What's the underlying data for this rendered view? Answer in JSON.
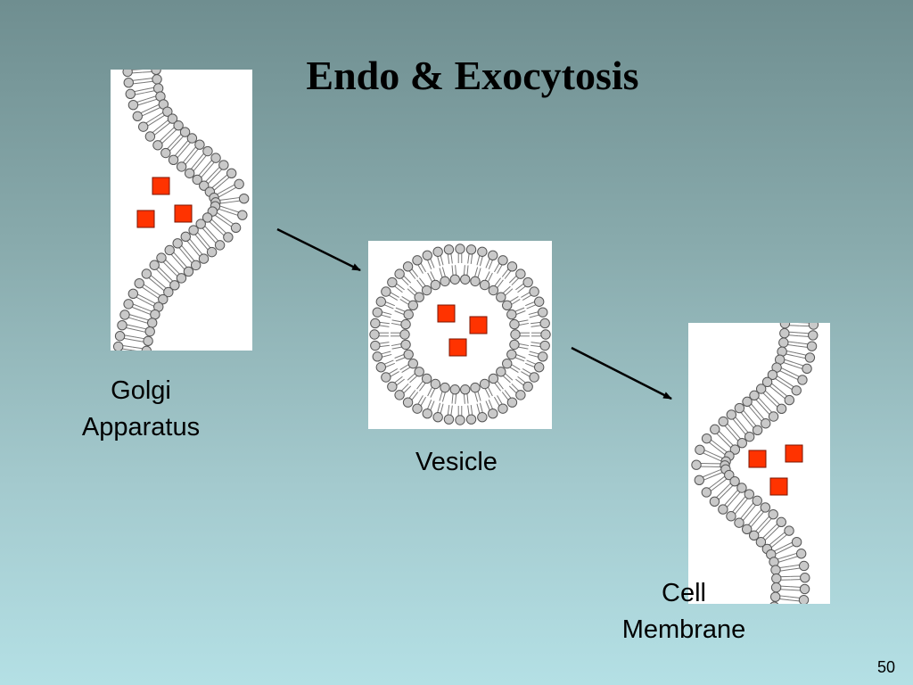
{
  "slide": {
    "title": "Endo & Exocytosis",
    "number": "50"
  },
  "labels": {
    "golgi_line1": "Golgi",
    "golgi_line2": "Apparatus",
    "vesicle": "Vesicle",
    "membrane_line1": "Cell",
    "membrane_line2": "Membrane"
  },
  "colors": {
    "cargo": "#ff3300",
    "lipid_head": "#c9c9c9",
    "lipid_outline": "#555555",
    "arrow": "#000000"
  },
  "stages": [
    "golgi-apparatus",
    "vesicle",
    "cell-membrane"
  ]
}
